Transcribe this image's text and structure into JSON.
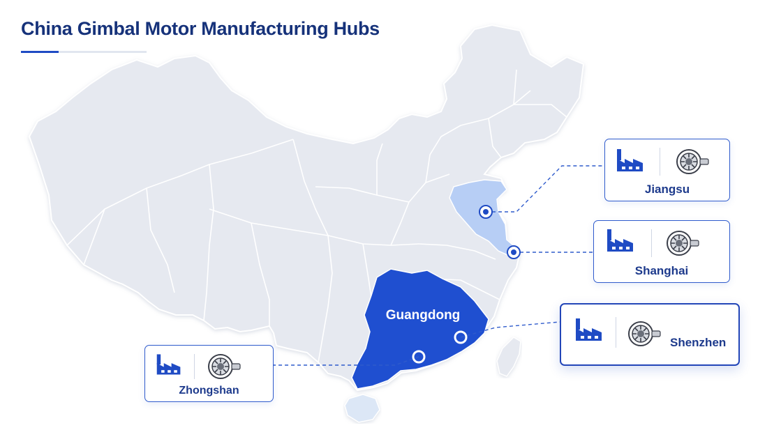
{
  "title": "China Gimbal Motor Manufacturing Hubs",
  "colors": {
    "accent": "#1f4bc4",
    "title": "#16327a",
    "province_base": "#e6e9f0",
    "province_border": "#ffffff",
    "highlight_strong": "#1f4fd0",
    "highlight_light": "#b7cef5",
    "connector": "#2f5bcc"
  },
  "map": {
    "highlighted_regions": [
      {
        "name": "Guangdong",
        "level": "strong",
        "label": "Guangdong"
      },
      {
        "name": "Jiangsu",
        "level": "light"
      }
    ]
  },
  "hubs": [
    {
      "name": "Jiangsu",
      "icons": [
        "factory-icon",
        "motor-icon"
      ]
    },
    {
      "name": "Shanghai",
      "icons": [
        "factory-icon",
        "motor-icon"
      ]
    },
    {
      "name": "Shenzhen",
      "icons": [
        "factory-icon",
        "motor-icon"
      ]
    },
    {
      "name": "Zhongshan",
      "icons": [
        "factory-icon",
        "motor-icon"
      ]
    }
  ]
}
